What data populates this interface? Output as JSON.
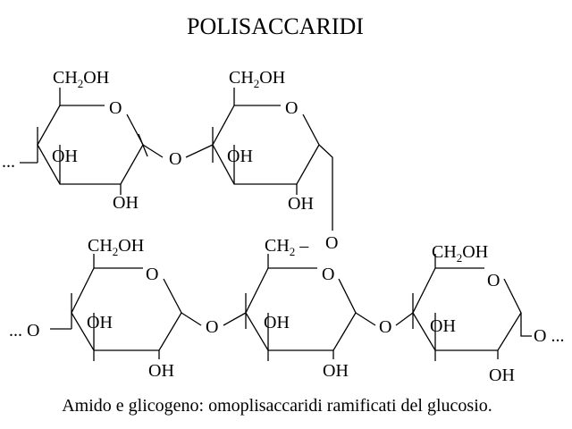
{
  "title": "POLISACCARIDI",
  "caption": "Amido e glicogeno: omoplisaccaridi ramificati del glucosio.",
  "atoms": {
    "ring_o": "O",
    "oh": "OH",
    "ch2oh_prefix": "CH",
    "ch2oh_sub": "2",
    "ch2oh_suffix": "OH",
    "ch2_prefix": "CH",
    "ch2_sub": "2",
    "ch2_dash": " –",
    "bridge_o": "O",
    "ellipsis": "...",
    "ellipsis_o": "... O",
    "o_ellipsis": "O ..."
  }
}
